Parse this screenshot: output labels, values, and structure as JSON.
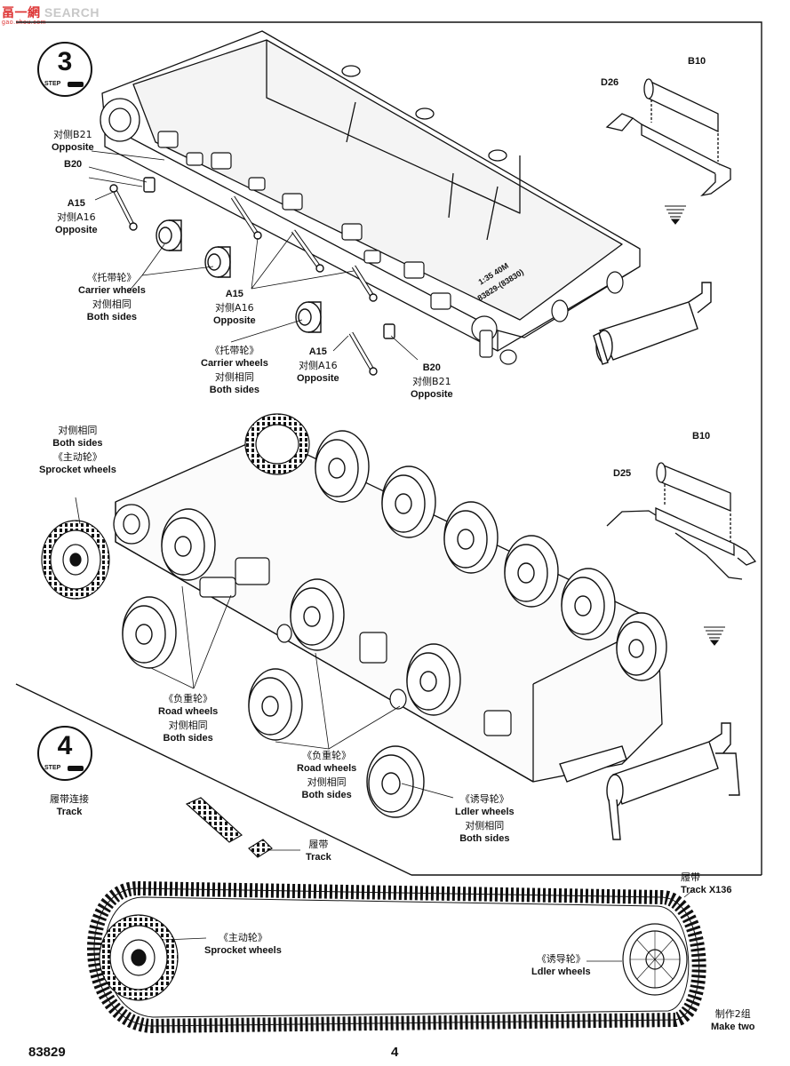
{
  "watermark": {
    "brand": "畐一網",
    "site": "SEARCH",
    "sub": "gao.shou.com"
  },
  "steps": {
    "step3_number": "3",
    "step4_number": "4",
    "step_word": "STEP"
  },
  "step3": {
    "b21_top": {
      "zh": "对侧B21",
      "en": "Opposite"
    },
    "b20_top": "B20",
    "a15_left": {
      "code": "A15",
      "zh": "对侧A16",
      "en": "Opposite"
    },
    "carrier_1": {
      "zh": "《托带轮》",
      "en": "Carrier wheels",
      "zh2": "对侧相同",
      "en2": "Both sides"
    },
    "a15_mid": {
      "code": "A15",
      "zh": "对侧A16",
      "en": "Opposite"
    },
    "carrier_2": {
      "zh": "《托带轮》",
      "en": "Carrier wheels",
      "zh2": "对侧相同",
      "en2": "Both sides"
    },
    "a15_low": {
      "code": "A15",
      "zh": "对侧A16",
      "en": "Opposite"
    },
    "b20_low": {
      "code": "B20",
      "zh": "对侧B21",
      "en": "Opposite"
    },
    "d26": "D26",
    "b10": "B10",
    "hull_marking_1": "1:35 40M",
    "hull_marking_2": "83829-(83830)"
  },
  "step_mid": {
    "sprocket": {
      "zh": "对侧相同",
      "en": "Both sides",
      "zh2": "《主动轮》",
      "en2": "Sprocket wheels"
    },
    "b10": "B10",
    "d25": "D25",
    "road_1": {
      "zh": "《负重轮》",
      "en": "Road wheels",
      "zh2": "对侧相同",
      "en2": "Both sides"
    },
    "road_2": {
      "zh": "《负重轮》",
      "en": "Road wheels",
      "zh2": "对侧相同",
      "en2": "Both sides"
    },
    "idler": {
      "zh": "《诱导轮》",
      "en": "Ldler wheels",
      "zh2": "对侧相同",
      "en2": "Both sides"
    }
  },
  "step4": {
    "track_join": {
      "zh": "履带连接",
      "en": "Track"
    },
    "track_small": {
      "zh": "履带",
      "en": "Track"
    },
    "track_count": {
      "zh": "履带",
      "en": "Track",
      "qty": "X136"
    },
    "sprocket": {
      "zh": "《主动轮》",
      "en": "Sprocket wheels"
    },
    "idler": {
      "zh": "《诱导轮》",
      "en": "Ldler wheels"
    },
    "make_two": {
      "zh": "制作2组",
      "en": "Make two"
    }
  },
  "footer": {
    "code": "83829",
    "page": "4"
  }
}
